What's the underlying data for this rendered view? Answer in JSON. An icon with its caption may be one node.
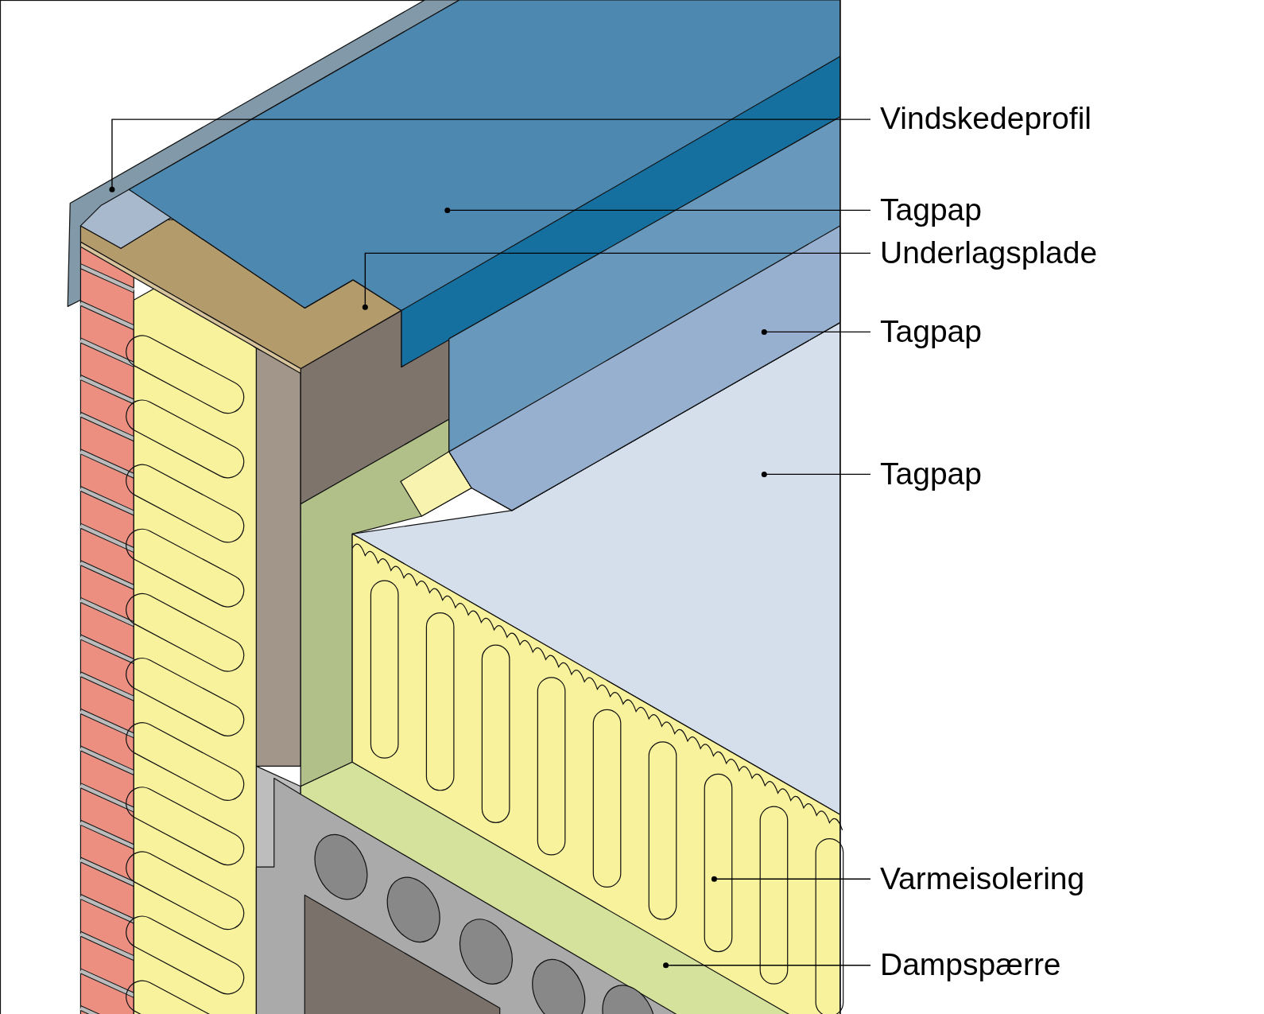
{
  "diagram": {
    "nodes": [
      {
        "text": [
          "Vindskedeprofil"
        ]
      },
      {
        "text": [
          "Tagpap"
        ]
      },
      {
        "text": [
          "Underlagsplade"
        ]
      },
      {
        "text": [
          "Tagpap"
        ]
      },
      {
        "text": [
          "Tagpap"
        ]
      },
      {
        "text": [
          "Varmeisolering"
        ]
      },
      {
        "text": [
          "Dampspærre"
        ]
      }
    ],
    "edges": [
      {
        "from": 0,
        "to": null,
        "arrow": "other"
      },
      {
        "from": 1,
        "to": null,
        "arrow": "other"
      },
      {
        "from": 2,
        "to": null,
        "arrow": "other"
      },
      {
        "from": 3,
        "to": null,
        "arrow": "other"
      },
      {
        "from": 4,
        "to": null,
        "arrow": "other"
      },
      {
        "from": 5,
        "to": null,
        "arrow": "other"
      },
      {
        "from": 6,
        "to": null,
        "arrow": "other"
      }
    ]
  }
}
